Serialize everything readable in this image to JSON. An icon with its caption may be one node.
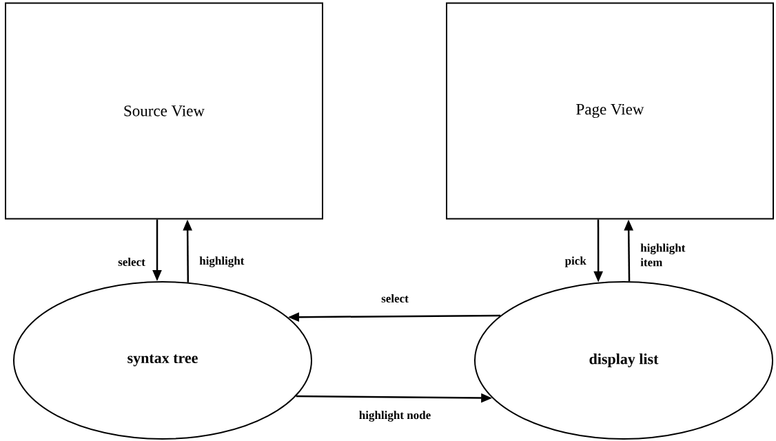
{
  "diagram": {
    "nodes": [
      {
        "text": [
          "Source View"
        ]
      },
      {
        "text": [
          "Page View"
        ]
      },
      {
        "text": [
          "syntax tree"
        ]
      },
      {
        "text": [
          "display list"
        ]
      }
    ],
    "edges": [
      {
        "from": 0,
        "to": 2,
        "arrow": "to",
        "label": "select"
      },
      {
        "from": 2,
        "to": 0,
        "arrow": "to",
        "label": "highlight"
      },
      {
        "from": 1,
        "to": 3,
        "arrow": "to",
        "label": "pick"
      },
      {
        "from": 3,
        "to": 1,
        "arrow": "to",
        "label": "highlight item"
      },
      {
        "from": 3,
        "to": 2,
        "arrow": "to",
        "label": "select"
      },
      {
        "from": 2,
        "to": 3,
        "arrow": "to",
        "label": "highlight node"
      }
    ]
  }
}
